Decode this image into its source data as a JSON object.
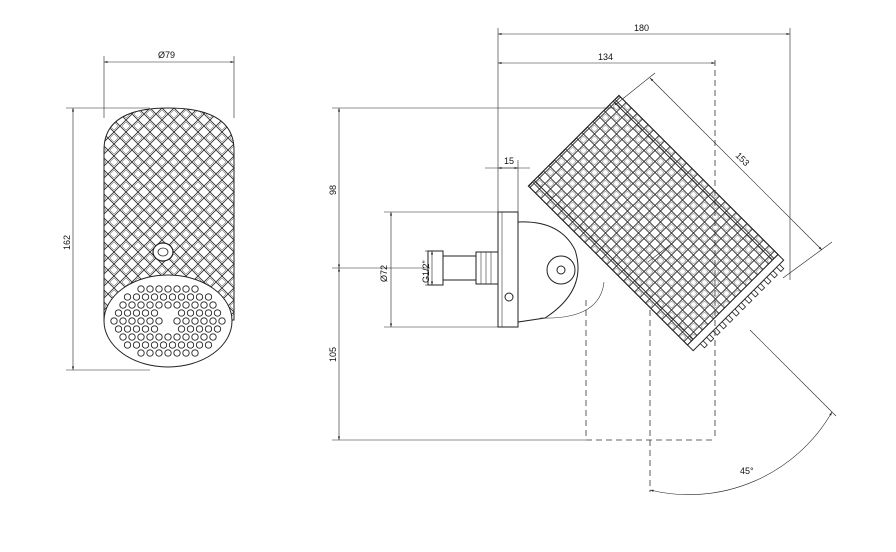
{
  "dimensions": {
    "front_diameter": "Ø79",
    "front_height": "162",
    "overall_width": "180",
    "projection": "134",
    "flange_thickness": "15",
    "head_length": "153",
    "upper_height": "98",
    "lower_height": "105",
    "flange_diameter": "Ø72",
    "thread": "G1/2\"",
    "tilt_angle": "45°"
  },
  "colors": {
    "line": "#222222",
    "background": "#ffffff"
  }
}
